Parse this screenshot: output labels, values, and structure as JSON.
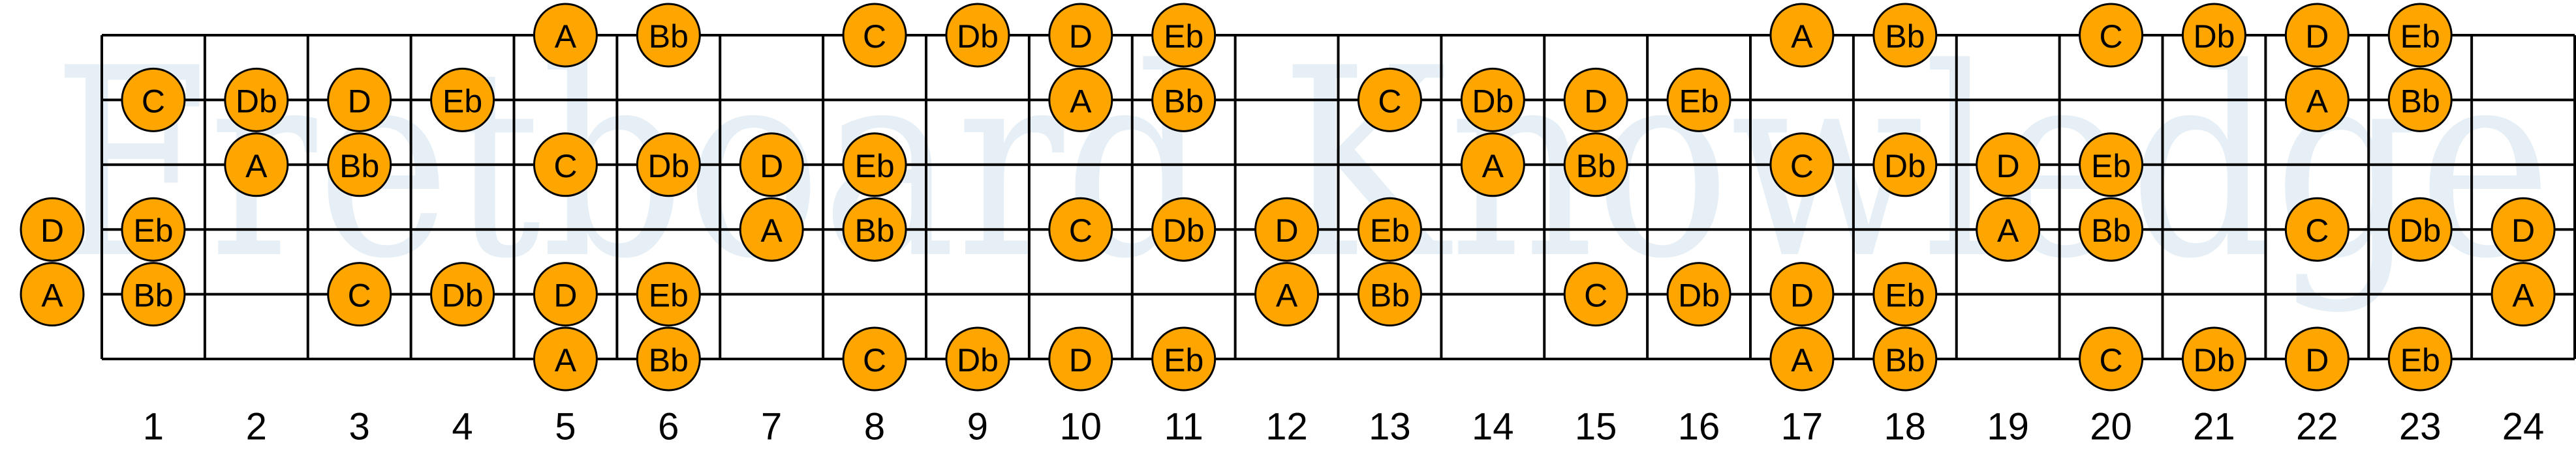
{
  "watermark": "Fretboard Knowledge",
  "colors": {
    "note_fill": "#ffa500",
    "line": "#000000",
    "watermark": "#e6eff5"
  },
  "fret_count": 24,
  "fret_numbers": [
    "1",
    "2",
    "3",
    "4",
    "5",
    "6",
    "7",
    "8",
    "9",
    "10",
    "11",
    "12",
    "13",
    "14",
    "15",
    "16",
    "17",
    "18",
    "19",
    "20",
    "21",
    "22",
    "23",
    "24"
  ],
  "strings": [
    {
      "name": "string-1",
      "notes": [
        {
          "fret": 5,
          "note": "A"
        },
        {
          "fret": 6,
          "note": "Bb"
        },
        {
          "fret": 8,
          "note": "C"
        },
        {
          "fret": 9,
          "note": "Db"
        },
        {
          "fret": 10,
          "note": "D"
        },
        {
          "fret": 11,
          "note": "Eb"
        },
        {
          "fret": 17,
          "note": "A"
        },
        {
          "fret": 18,
          "note": "Bb"
        },
        {
          "fret": 20,
          "note": "C"
        },
        {
          "fret": 21,
          "note": "Db"
        },
        {
          "fret": 22,
          "note": "D"
        },
        {
          "fret": 23,
          "note": "Eb"
        }
      ]
    },
    {
      "name": "string-2",
      "notes": [
        {
          "fret": 1,
          "note": "C"
        },
        {
          "fret": 2,
          "note": "Db"
        },
        {
          "fret": 3,
          "note": "D"
        },
        {
          "fret": 4,
          "note": "Eb"
        },
        {
          "fret": 10,
          "note": "A"
        },
        {
          "fret": 11,
          "note": "Bb"
        },
        {
          "fret": 13,
          "note": "C"
        },
        {
          "fret": 14,
          "note": "Db"
        },
        {
          "fret": 15,
          "note": "D"
        },
        {
          "fret": 16,
          "note": "Eb"
        },
        {
          "fret": 22,
          "note": "A"
        },
        {
          "fret": 23,
          "note": "Bb"
        }
      ]
    },
    {
      "name": "string-3",
      "notes": [
        {
          "fret": 2,
          "note": "A"
        },
        {
          "fret": 3,
          "note": "Bb"
        },
        {
          "fret": 5,
          "note": "C"
        },
        {
          "fret": 6,
          "note": "Db"
        },
        {
          "fret": 7,
          "note": "D"
        },
        {
          "fret": 8,
          "note": "Eb"
        },
        {
          "fret": 14,
          "note": "A"
        },
        {
          "fret": 15,
          "note": "Bb"
        },
        {
          "fret": 17,
          "note": "C"
        },
        {
          "fret": 18,
          "note": "Db"
        },
        {
          "fret": 19,
          "note": "D"
        },
        {
          "fret": 20,
          "note": "Eb"
        }
      ]
    },
    {
      "name": "string-4",
      "notes": [
        {
          "fret": 0,
          "note": "D"
        },
        {
          "fret": 1,
          "note": "Eb"
        },
        {
          "fret": 7,
          "note": "A"
        },
        {
          "fret": 8,
          "note": "Bb"
        },
        {
          "fret": 10,
          "note": "C"
        },
        {
          "fret": 11,
          "note": "Db"
        },
        {
          "fret": 12,
          "note": "D"
        },
        {
          "fret": 13,
          "note": "Eb"
        },
        {
          "fret": 19,
          "note": "A"
        },
        {
          "fret": 20,
          "note": "Bb"
        },
        {
          "fret": 22,
          "note": "C"
        },
        {
          "fret": 23,
          "note": "Db"
        },
        {
          "fret": 24,
          "note": "D"
        }
      ]
    },
    {
      "name": "string-5",
      "notes": [
        {
          "fret": 0,
          "note": "A"
        },
        {
          "fret": 1,
          "note": "Bb"
        },
        {
          "fret": 3,
          "note": "C"
        },
        {
          "fret": 4,
          "note": "Db"
        },
        {
          "fret": 5,
          "note": "D"
        },
        {
          "fret": 6,
          "note": "Eb"
        },
        {
          "fret": 12,
          "note": "A"
        },
        {
          "fret": 13,
          "note": "Bb"
        },
        {
          "fret": 15,
          "note": "C"
        },
        {
          "fret": 16,
          "note": "Db"
        },
        {
          "fret": 17,
          "note": "D"
        },
        {
          "fret": 18,
          "note": "Eb"
        },
        {
          "fret": 24,
          "note": "A"
        }
      ]
    },
    {
      "name": "string-6",
      "notes": [
        {
          "fret": 5,
          "note": "A"
        },
        {
          "fret": 6,
          "note": "Bb"
        },
        {
          "fret": 8,
          "note": "C"
        },
        {
          "fret": 9,
          "note": "Db"
        },
        {
          "fret": 10,
          "note": "D"
        },
        {
          "fret": 11,
          "note": "Eb"
        },
        {
          "fret": 17,
          "note": "A"
        },
        {
          "fret": 18,
          "note": "Bb"
        },
        {
          "fret": 20,
          "note": "C"
        },
        {
          "fret": 21,
          "note": "Db"
        },
        {
          "fret": 22,
          "note": "D"
        },
        {
          "fret": 23,
          "note": "Eb"
        }
      ]
    }
  ]
}
